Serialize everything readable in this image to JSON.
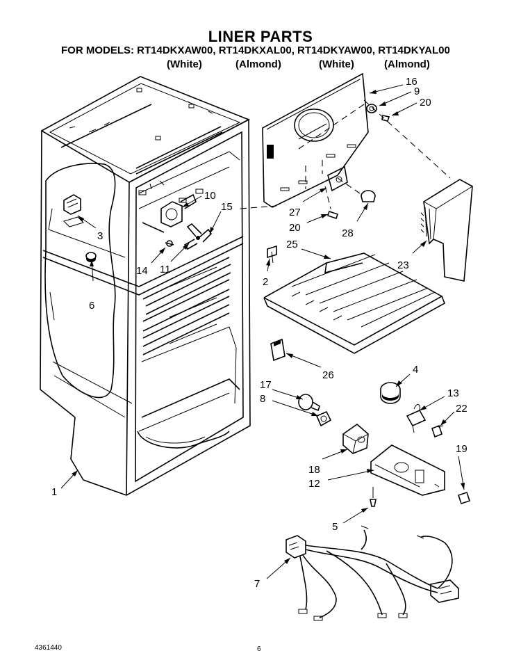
{
  "header": {
    "title": "LINER PARTS",
    "models_line": "FOR MODELS: RT14DKXAW00, RT14DKXAL00, RT14DKYAW00, RT14DKYAL00",
    "variants": [
      "(White)",
      "(Almond)",
      "(White)",
      "(Almond)"
    ]
  },
  "callouts": [
    "16",
    "9",
    "20",
    "10",
    "15",
    "27",
    "20",
    "28",
    "3",
    "14",
    "11",
    "25",
    "2",
    "23",
    "6",
    "26",
    "4",
    "17",
    "13",
    "8",
    "22",
    "19",
    "18",
    "12",
    "1",
    "5",
    "7"
  ],
  "footer": {
    "doc_number": "4361440",
    "page_number": "6"
  }
}
